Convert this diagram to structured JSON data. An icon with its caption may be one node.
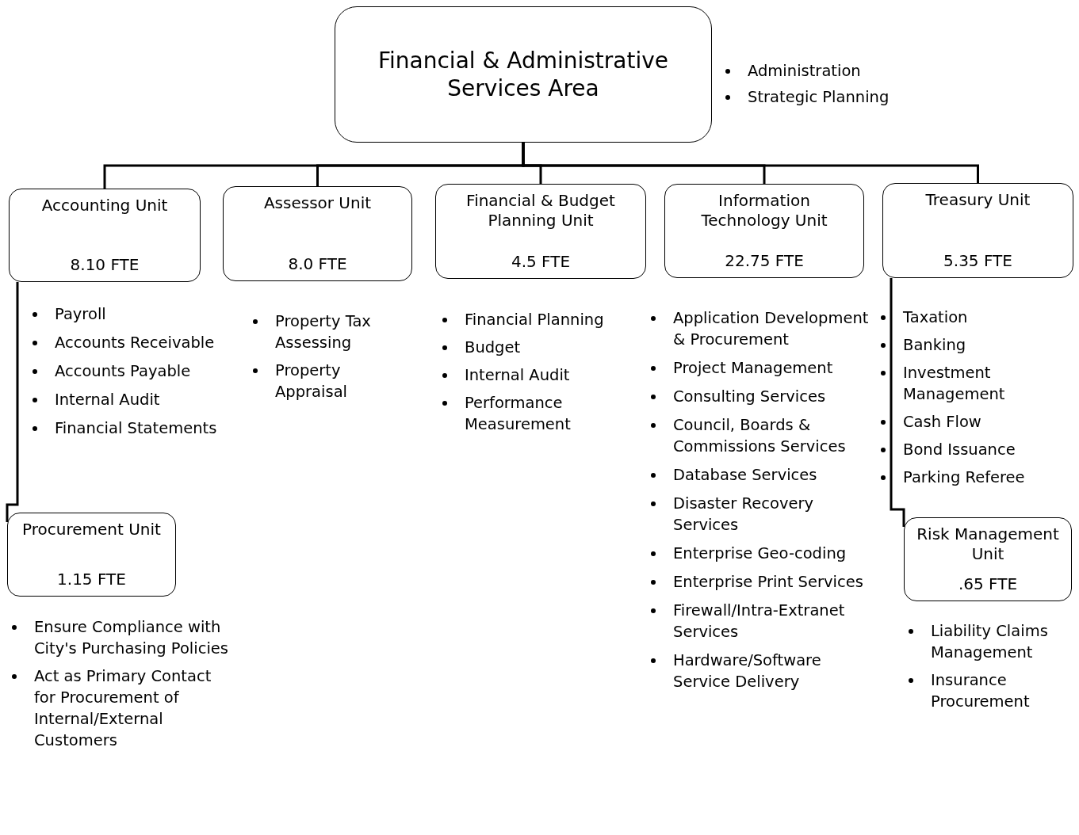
{
  "diagram": {
    "nodes": [
      {
        "text": [
          "Financial & Administrative Services Area"
        ],
        "beside": [
          "Administration",
          "Strategic Planning"
        ]
      },
      {
        "text": [
          "Accounting Unit",
          "8.10 FTE"
        ],
        "beside": [
          "Payroll",
          "Accounts Receivable",
          "Accounts Payable",
          "Internal Audit",
          "Financial Statements"
        ]
      },
      {
        "text": [
          "Assessor Unit",
          "8.0 FTE"
        ],
        "beside": [
          "Property Tax Assessing",
          "Property Appraisal"
        ]
      },
      {
        "text": [
          "Financial & Budget Planning Unit",
          "4.5 FTE"
        ],
        "beside": [
          "Financial Planning",
          "Budget",
          "Internal Audit",
          "Performance Measurement"
        ]
      },
      {
        "text": [
          "Information Technology Unit",
          "22.75 FTE"
        ],
        "beside": [
          "Application Development & Procurement",
          "Project Management",
          "Consulting Services",
          "Council, Boards & Commissions Services",
          "Database Services",
          "Disaster Recovery Services",
          "Enterprise Geo-coding",
          "Enterprise Print Services",
          "Firewall/Intra-Extranet Services",
          "Hardware/Software Service Delivery"
        ]
      },
      {
        "text": [
          "Treasury Unit",
          "5.35 FTE"
        ],
        "beside": [
          "Taxation",
          "Banking",
          "Investment Management",
          "Cash Flow",
          "Bond Issuance",
          "Parking Referee"
        ]
      },
      {
        "text": [
          "Procurement Unit",
          "1.15 FTE"
        ],
        "beside": [
          "Ensure Compliance with City's Purchasing Policies",
          "Act as Primary Contact for Procurement of Internal/External Customers"
        ]
      },
      {
        "text": [
          "Risk Management Unit",
          ".65 FTE"
        ],
        "beside": [
          "Liability Claims Management",
          "Insurance Procurement"
        ]
      }
    ],
    "edges": [
      {
        "from": 0,
        "to": 1,
        "arrow": "none"
      },
      {
        "from": 0,
        "to": 2,
        "arrow": "none"
      },
      {
        "from": 0,
        "to": 3,
        "arrow": "none"
      },
      {
        "from": 0,
        "to": 4,
        "arrow": "none"
      },
      {
        "from": 0,
        "to": 5,
        "arrow": "none"
      },
      {
        "from": 1,
        "to": 6,
        "arrow": "none"
      },
      {
        "from": 5,
        "to": 7,
        "arrow": "none"
      }
    ]
  }
}
